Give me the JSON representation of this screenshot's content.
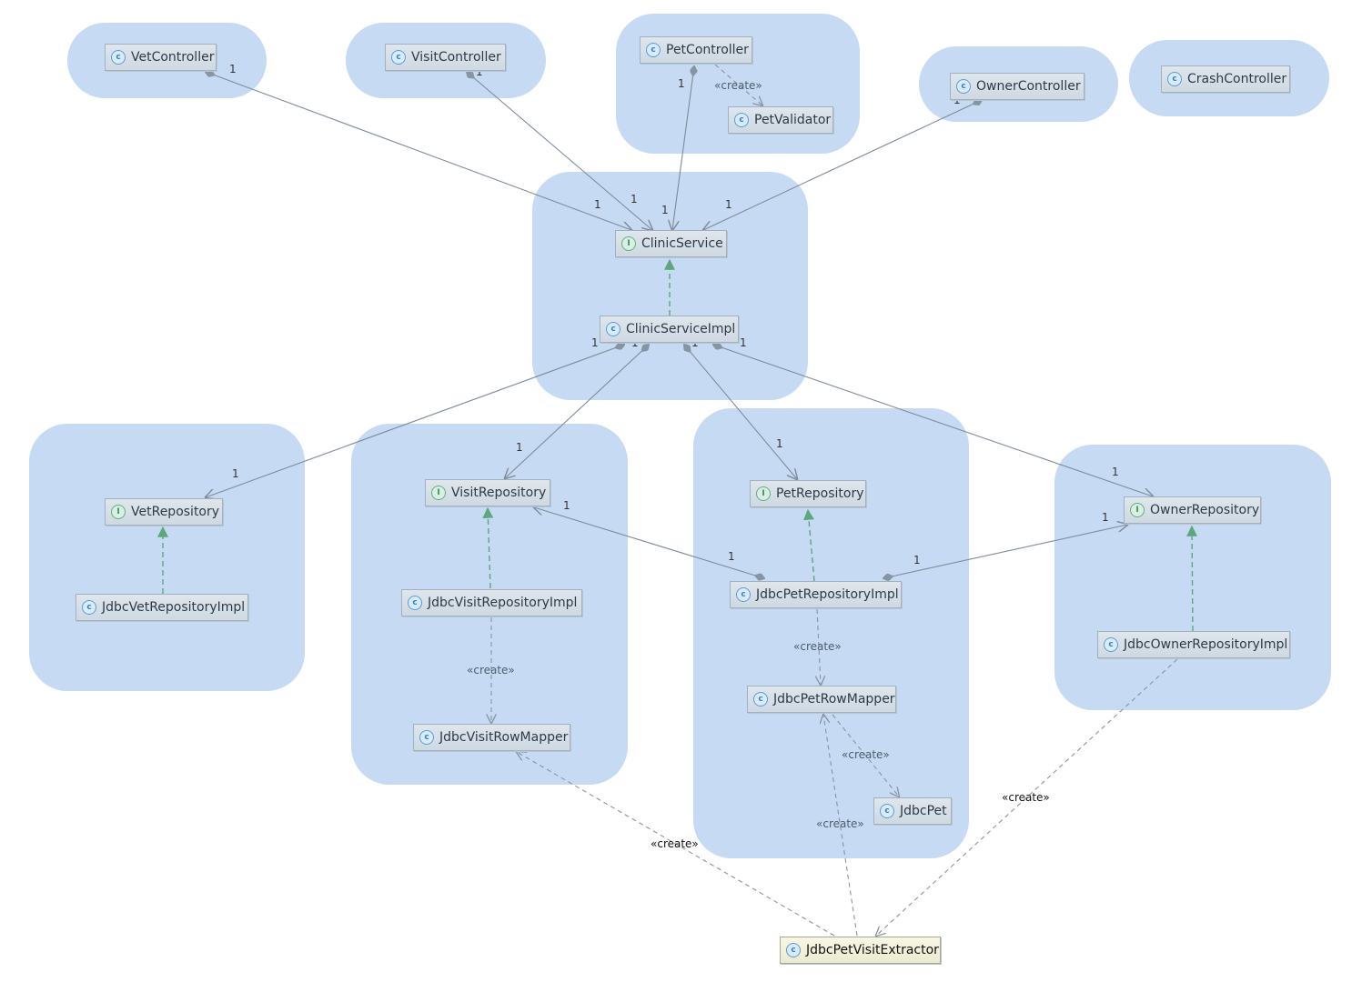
{
  "diagram": {
    "nodes": {
      "vetController": {
        "label": "VetController",
        "kind": "class"
      },
      "visitController": {
        "label": "VisitController",
        "kind": "class"
      },
      "petController": {
        "label": "PetController",
        "kind": "class"
      },
      "petValidator": {
        "label": "PetValidator",
        "kind": "class"
      },
      "ownerController": {
        "label": "OwnerController",
        "kind": "class"
      },
      "crashController": {
        "label": "CrashController",
        "kind": "class"
      },
      "clinicService": {
        "label": "ClinicService",
        "kind": "interface"
      },
      "clinicServiceImpl": {
        "label": "ClinicServiceImpl",
        "kind": "class"
      },
      "vetRepository": {
        "label": "VetRepository",
        "kind": "interface"
      },
      "jdbcVetRepositoryImpl": {
        "label": "JdbcVetRepositoryImpl",
        "kind": "class"
      },
      "visitRepository": {
        "label": "VisitRepository",
        "kind": "interface"
      },
      "jdbcVisitRepositoryImpl": {
        "label": "JdbcVisitRepositoryImpl",
        "kind": "class"
      },
      "jdbcVisitRowMapper": {
        "label": "JdbcVisitRowMapper",
        "kind": "class"
      },
      "petRepository": {
        "label": "PetRepository",
        "kind": "interface"
      },
      "jdbcPetRepositoryImpl": {
        "label": "JdbcPetRepositoryImpl",
        "kind": "class"
      },
      "jdbcPetRowMapper": {
        "label": "JdbcPetRowMapper",
        "kind": "class"
      },
      "jdbcPet": {
        "label": "JdbcPet",
        "kind": "class"
      },
      "ownerRepository": {
        "label": "OwnerRepository",
        "kind": "interface"
      },
      "jdbcOwnerRepositoryImpl": {
        "label": "JdbcOwnerRepositoryImpl",
        "kind": "class"
      },
      "jdbcPetVisitExtractor": {
        "label": "JdbcPetVisitExtractor",
        "kind": "class"
      }
    },
    "icons": {
      "class": "class-icon",
      "interface": "interface-icon"
    },
    "multiplicity": "1",
    "stereotype": "«create»",
    "colors": {
      "group_fill": "#c6daf3",
      "association_line": "#7f8b99",
      "realization_line": "#5fa67d",
      "dependency_line": "#8795a3",
      "highlight_node": "#f3f2dc"
    }
  }
}
